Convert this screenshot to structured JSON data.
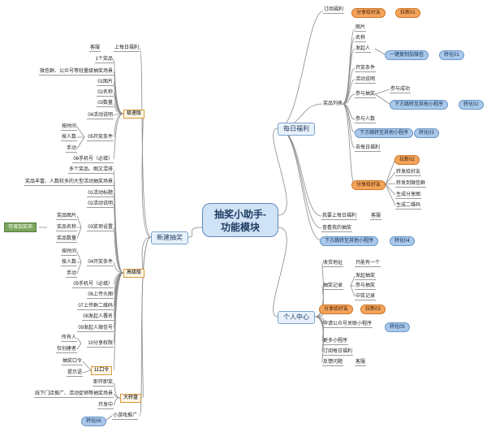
{
  "center": {
    "line1": "抽奖小助手-",
    "line2": "功能模块"
  },
  "right": {
    "daily": {
      "title": "每日福利",
      "subscribe": "订阅福利",
      "share1": "分享给好友",
      "pull01": "拉新01",
      "list_title": "奖品列表",
      "img": "图片",
      "name": "名称",
      "initiator": "发起人",
      "follow_wechat": "一键复制加微信",
      "conv01": "转化01",
      "open_cond": "开奖条件",
      "desc": "活动说明",
      "join_draw": "参与抽奖",
      "join_success": "参与成功",
      "bottom_jump_a": "下方跳转至其他小程序",
      "conv02": "转化02",
      "participants": "参与人数",
      "bottom_jump_b": "下方跳转至其他小程序",
      "conv03": "转化03",
      "go_daily": "去每日福利",
      "pull02": "拉新02",
      "share2": "分享给好友",
      "fwd_friend": "转发给好友",
      "fwd_group": "转发到微信群",
      "gen_poster": "生成分享图",
      "gen_qr": "生成二维码",
      "want_daily": "我要上每日福利",
      "service1": "客服",
      "view_my": "查看我的抽奖",
      "bottom_jump_c": "下方跳转至其他小程序",
      "conv04": "转化04"
    },
    "personal": {
      "title": "个人中心",
      "address": "收货地址",
      "only_one": "只能有一个",
      "records": "抽奖记录",
      "initiated": "发起抽奖",
      "joined": "参与抽奖",
      "won": "中奖记录",
      "share3": "分享给好友",
      "pull03": "拉新03",
      "apply_link": "申请公众号关联小程序",
      "conv05": "转化05",
      "more_apps": "更多小程序",
      "sub_daily": "订阅每日福利",
      "feedback": "反馈问题",
      "service2": "客服"
    }
  },
  "left": {
    "new_draw": "新建抽奖",
    "service3": "客服",
    "go_daily_left": "上每日福利",
    "one_prize": "1个奖品",
    "light_draw": "微信群、公众号等轻量级抽奖场景",
    "basic": {
      "title": "极速版",
      "b01": "01图片",
      "b02": "02名称",
      "b03": "03数量",
      "b04": "04活动说明",
      "b05": "05开奖条件",
      "by_time": "按时间",
      "by_people": "按人数",
      "manual": "手动",
      "b06": "06手机号（必填）"
    },
    "advanced": {
      "title": "高级版",
      "multi": "多个奖品、图文混排",
      "rich": "奖品丰富、人数较多的大型活动抽奖场景",
      "a01": "01活动标题",
      "a02": "02活动说明",
      "a03": "03奖项设置",
      "repeat_add": "可增加奖项",
      "prize_img": "奖品图片",
      "prize_name": "奖品名称",
      "prize_qty": "奖品数量",
      "a04": "04开奖条件",
      "by_time": "按时间",
      "by_people": "按人数",
      "manual": "手动",
      "a05": "05手机号（必填）",
      "a06": "06上传头图",
      "a07": "07上传群二维码",
      "a08": "08发起人署名",
      "a09": "09发起人微信号",
      "a10": "10分享权限",
      "everyone": "所有人",
      "creator_only": "仅创建者",
      "a11": "11口令",
      "draw_cmd": "抽奖口令",
      "hint": "提示语"
    },
    "wheel": {
      "title": "大转盘",
      "instant": "即开即奖",
      "offline": "线下门店推广、活动促销等抽奖场景",
      "developing": "开发中"
    },
    "mini_game": "小游戏推广",
    "conv06": "转化06"
  }
}
